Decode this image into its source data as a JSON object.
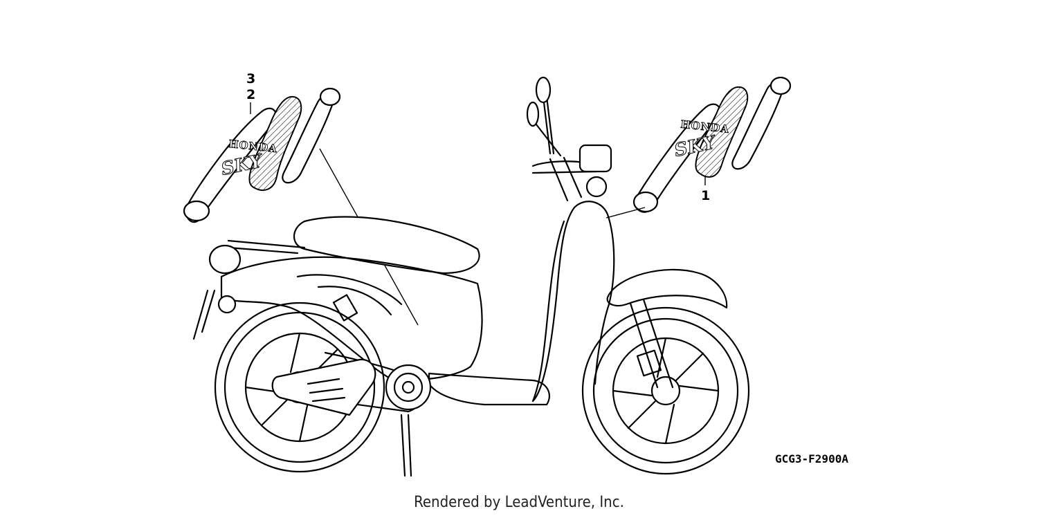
{
  "callouts": {
    "left_top": "3",
    "left_bottom": "2",
    "right": "1"
  },
  "decal": {
    "brand": "HONDA",
    "model_script": "SKY"
  },
  "diagram_code": "GCG3-F2900A",
  "footer": "Rendered by LeadVenture, Inc."
}
